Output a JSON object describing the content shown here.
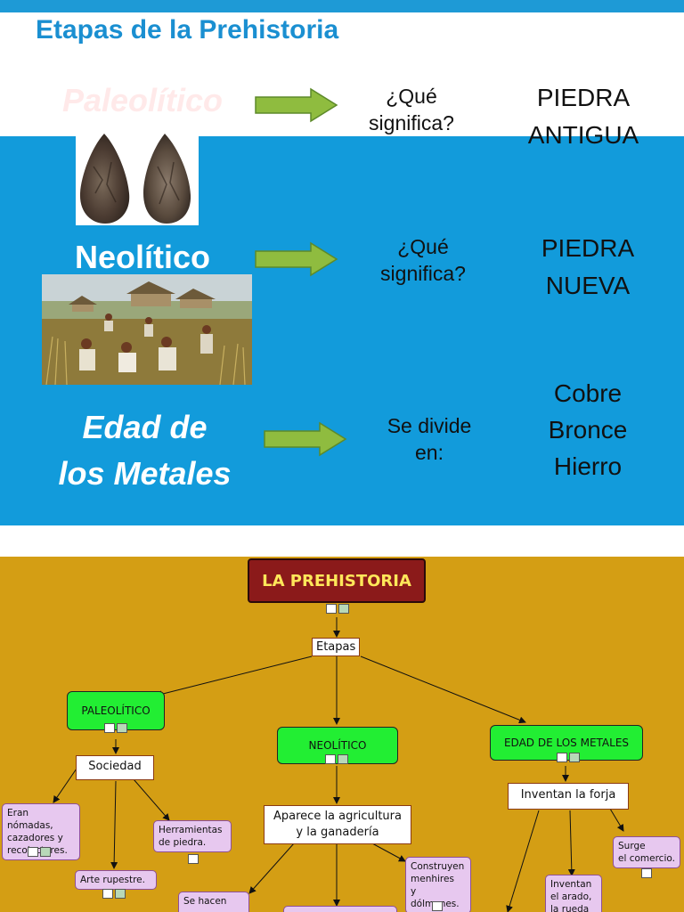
{
  "slide1": {
    "title": "Etapas de la Prehistoria",
    "stages": [
      {
        "name": "Paleolítico",
        "question": "¿Qué significa?",
        "answer": "PIEDRA ANTIGUA"
      },
      {
        "name": "Neolítico",
        "question": "¿Qué significa?",
        "answer": "PIEDRA NUEVA"
      },
      {
        "name_line1": "Edad de",
        "name_line2": "los Metales",
        "question_line1": "Se divide",
        "question_line2": "en:",
        "answer_lines": [
          "Cobre",
          "Bronce",
          "Hierro"
        ]
      }
    ],
    "colors": {
      "blue": "#129bdb",
      "title": "#1a8fd1",
      "arrow": "#8fbc3f"
    }
  },
  "slide2": {
    "root": "LA PREHISTORIA",
    "etapas": "Etapas",
    "paleolitico": "PALEOLÍTICO",
    "neolitico": "NEOLÍTICO",
    "metales": "EDAD DE LOS METALES",
    "sociedad": "Sociedad",
    "eran_nomadas": [
      "Eran nómadas,",
      "cazadores y",
      "recolectores."
    ],
    "arte": "Arte rupestre.",
    "herramientas": [
      "Herramientas",
      "de piedra."
    ],
    "agricultura": [
      "Aparece la agricultura",
      "y la ganadería"
    ],
    "construyen": [
      "Construyen",
      "menhires",
      "y dólmenes."
    ],
    "se_hacen": "Se hacen",
    "forja": "Inventan la forja",
    "comercio": [
      "Surge",
      "el comercio."
    ],
    "arado": [
      "Inventan",
      "el arado,",
      "la rueda"
    ],
    "colors": {
      "background": "#d49e14",
      "root": "#8b1a1a",
      "green": "#22ee33",
      "purple": "#e7c8ef"
    }
  }
}
